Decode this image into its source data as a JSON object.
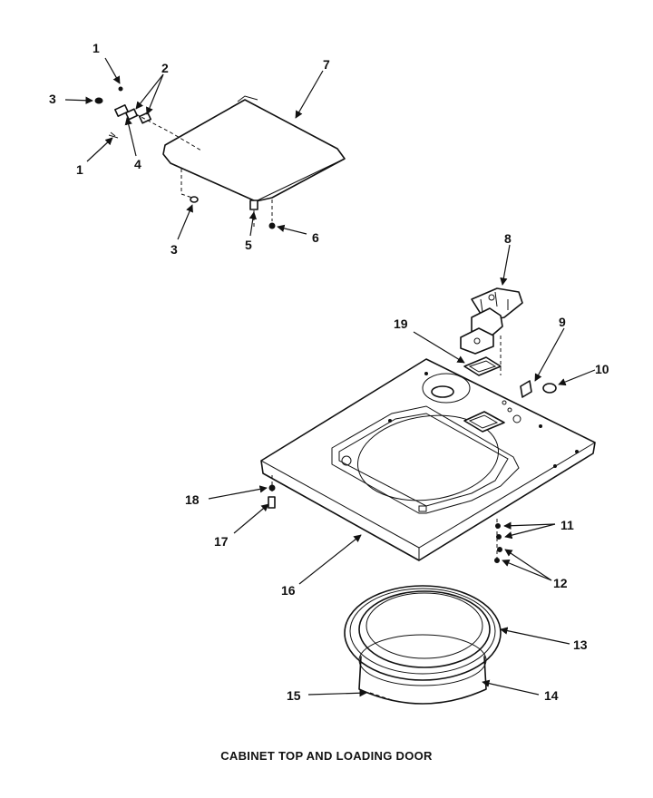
{
  "caption": "CABINET TOP AND LOADING DOOR",
  "callouts": {
    "c1a": "1",
    "c1b": "1",
    "c2": "2",
    "c3a": "3",
    "c3b": "3",
    "c4": "4",
    "c5": "5",
    "c6": "6",
    "c7": "7",
    "c8": "8",
    "c9": "9",
    "c10": "10",
    "c11": "11",
    "c12": "12",
    "c13": "13",
    "c14": "14",
    "c15": "15",
    "c16": "16",
    "c17": "17",
    "c18": "18",
    "c19": "19"
  }
}
